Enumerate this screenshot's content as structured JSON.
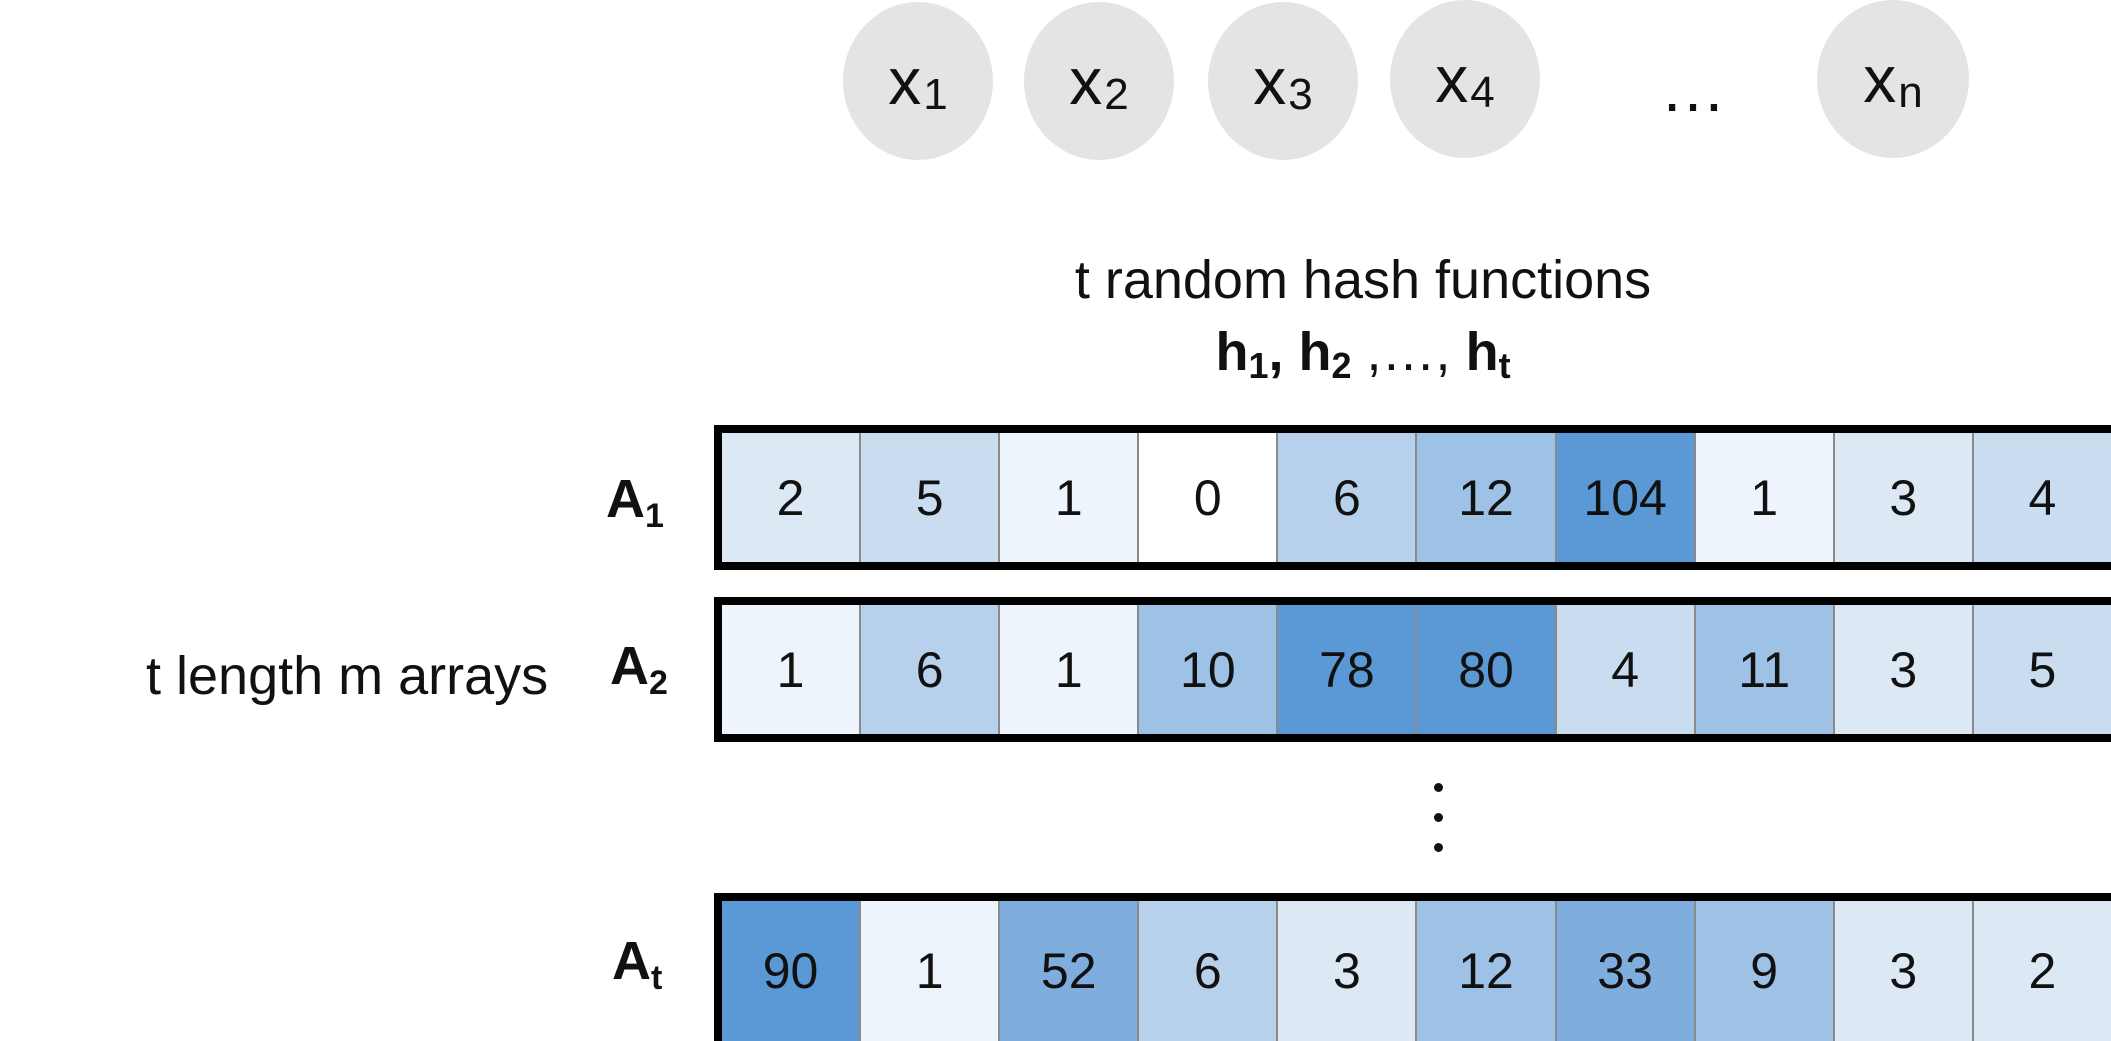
{
  "inputs": [
    {
      "base": "x",
      "sub": "1"
    },
    {
      "base": "x",
      "sub": "2"
    },
    {
      "base": "x",
      "sub": "3"
    },
    {
      "base": "x",
      "sub": "4"
    },
    {
      "base": "x",
      "sub": "n"
    }
  ],
  "inputs_ellipsis": "…",
  "hash": {
    "title": "t random hash functions",
    "functions": [
      {
        "base": "h",
        "sub": "1"
      },
      {
        "base": "h",
        "sub": "2"
      },
      {
        "base": "h",
        "sub": "t"
      }
    ],
    "separator_1": ",",
    "separator_2": " ,…,"
  },
  "side_label": "t length m arrays",
  "vertical_ellipsis": "⋮",
  "arrays": [
    {
      "label_base": "A",
      "label_sub": "1",
      "values": [
        2,
        5,
        1,
        0,
        6,
        12,
        104,
        1,
        3,
        4
      ]
    },
    {
      "label_base": "A",
      "label_sub": "2",
      "values": [
        1,
        6,
        1,
        10,
        78,
        80,
        4,
        11,
        3,
        5
      ]
    },
    {
      "label_base": "A",
      "label_sub": "t",
      "values": [
        90,
        1,
        52,
        6,
        3,
        12,
        33,
        9,
        3,
        2
      ]
    }
  ],
  "colors": {
    "node_fill": "#e4e4e4",
    "array_border": "#000000",
    "cell_shades": [
      "#ffffff",
      "#eef4fb",
      "#dde8f5",
      "#c9dcf0",
      "#b7d1ec",
      "#9ec1e6",
      "#7fadde",
      "#5b99d6"
    ]
  }
}
